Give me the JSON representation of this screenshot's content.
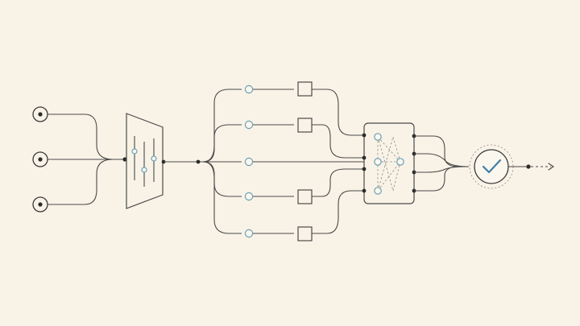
{
  "diagram": {
    "colors": {
      "background": "#f9f3e7",
      "line": "#4a4a4a",
      "node_outline": "#6a9fb5",
      "check": "#3f7fa8",
      "junction": "#2b2b2b"
    },
    "icons": {
      "inputs": "source-port-icon",
      "mixer": "slider-controls-icon",
      "hub": "network-mesh-icon",
      "result": "checkmark-icon",
      "output": "arrow-right-icon"
    },
    "input_ports": 3,
    "branches": 5,
    "branches_with_square": 4
  }
}
